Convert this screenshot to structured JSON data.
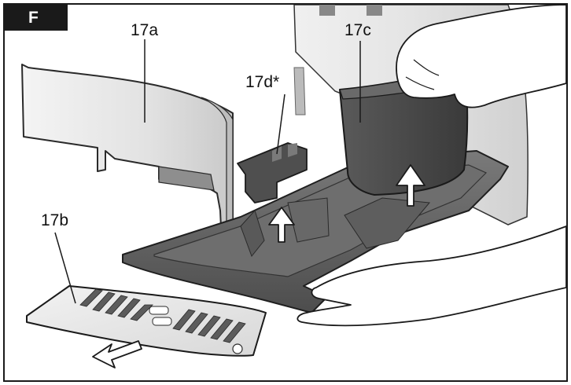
{
  "figure": {
    "label": "F"
  },
  "callouts": {
    "cover": "17a",
    "drip_plate": "17b",
    "grounds_container": "17c",
    "insert": "17d*"
  },
  "colors": {
    "frame": "#1a1a1a",
    "tray_dark": "#5a5a5a",
    "container_dark": "#4a4a4a",
    "cover_light": "#e8e8e8",
    "arrow_fill": "#ffffff"
  },
  "icons": [
    "arrow-up-icon",
    "arrow-down-left-icon"
  ]
}
